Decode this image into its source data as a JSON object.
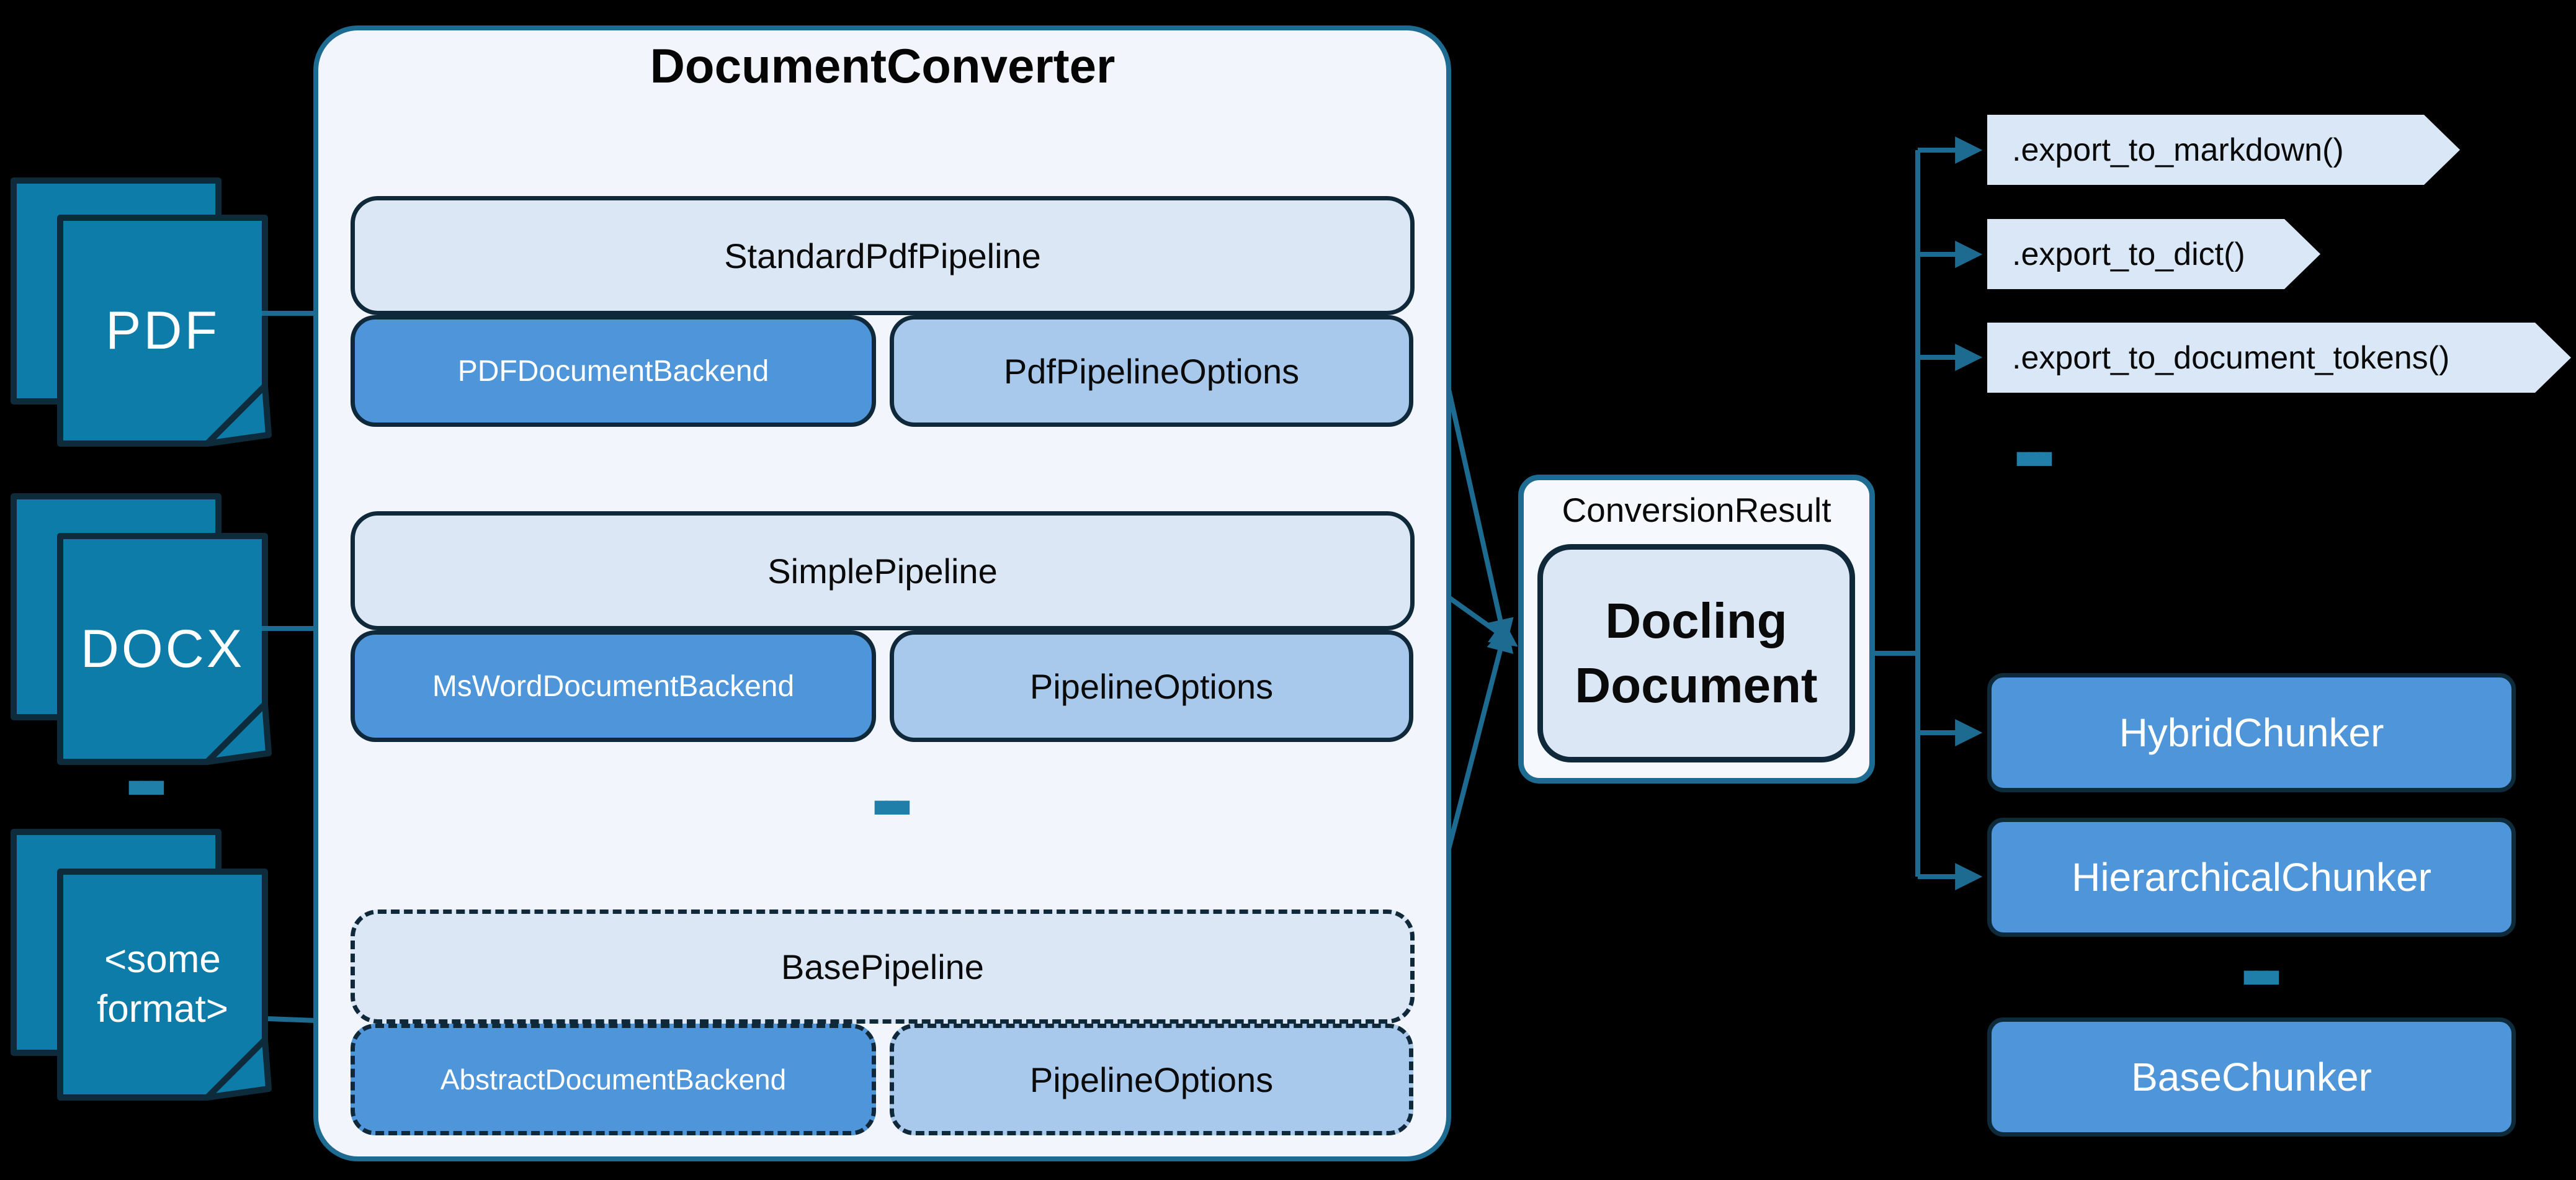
{
  "converter": {
    "title": "DocumentConverter",
    "pipelines": [
      {
        "name": "StandardPdfPipeline",
        "backend": "PDFDocumentBackend",
        "options": "PdfPipelineOptions"
      },
      {
        "name": "SimplePipeline",
        "backend": "MsWordDocumentBackend",
        "options": "PipelineOptions"
      },
      {
        "name": "BasePipeline",
        "backend": "AbstractDocumentBackend",
        "options": "PipelineOptions"
      }
    ]
  },
  "inputs": [
    {
      "label": "PDF"
    },
    {
      "label": "DOCX"
    },
    {
      "line1": "<some",
      "line2": "format>"
    }
  ],
  "result": {
    "label": "ConversionResult",
    "document": {
      "line1": "Docling",
      "line2": "Document"
    }
  },
  "exports": [
    {
      "label": ".export_to_markdown()"
    },
    {
      "label": ".export_to_dict()"
    },
    {
      "label": ".export_to_document_tokens()"
    }
  ],
  "chunkers": [
    {
      "label": "HybridChunker"
    },
    {
      "label": "HierarchicalChunker"
    },
    {
      "label": "BaseChunker"
    }
  ],
  "ellipsis": "...",
  "colors": {
    "background": "#000000",
    "accent_teal": "#1d6b91",
    "page_fill": "#0e7ca9",
    "dark_border": "#10293a",
    "container_fill": "#f2f6fc",
    "pipeline_header_fill": "#dbe7f5",
    "backend_fill": "#4f95d9",
    "options_fill": "#a9c9ec",
    "chip_fill": "#d9e7f6",
    "dots_teal": "#1f7fa9"
  }
}
